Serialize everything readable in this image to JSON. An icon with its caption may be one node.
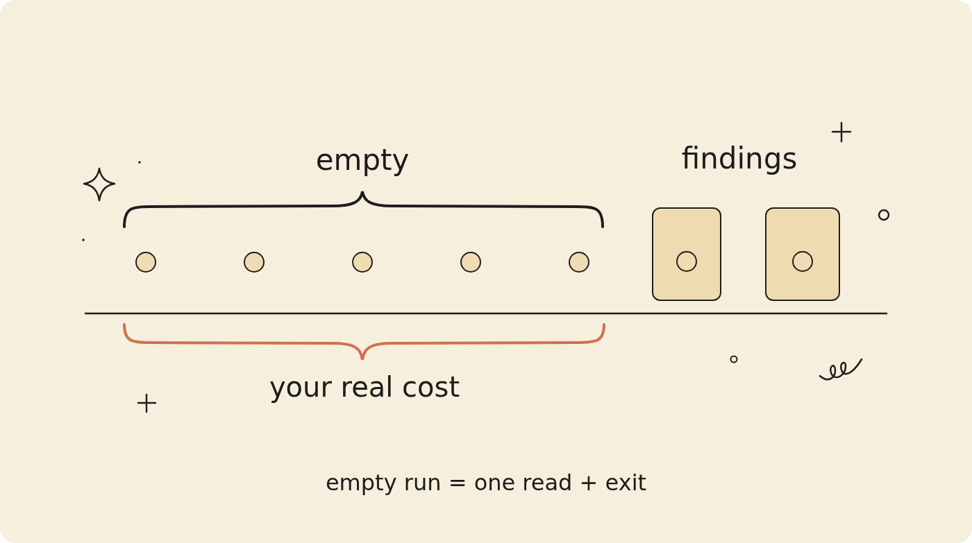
{
  "diagram": {
    "nodes": [
      {
        "text": [],
        "shape": "circle"
      },
      {
        "text": [],
        "shape": "circle"
      },
      {
        "text": [],
        "shape": "circle"
      },
      {
        "text": [],
        "shape": "circle"
      },
      {
        "text": [],
        "shape": "circle"
      },
      {
        "text": [],
        "shape": "box"
      },
      {
        "text": [],
        "shape": "circle",
        "in": 5
      },
      {
        "text": [],
        "shape": "box"
      },
      {
        "text": [],
        "shape": "circle",
        "in": 7
      }
    ],
    "labels": [
      "empty",
      "findings",
      "your real cost",
      "empty run = one read + exit"
    ]
  }
}
